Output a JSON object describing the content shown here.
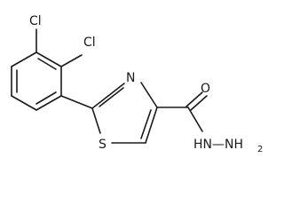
{
  "molecule": {
    "labels": {
      "cl_top": "Cl",
      "cl_right": "Cl",
      "n_ring": "N",
      "s_ring": "S",
      "o_carbonyl": "O",
      "hydrazide_prefix": "HN",
      "hydrazide_sep": "—",
      "hydrazide_nh2": "NH",
      "hydrazide_sub": "2"
    }
  }
}
